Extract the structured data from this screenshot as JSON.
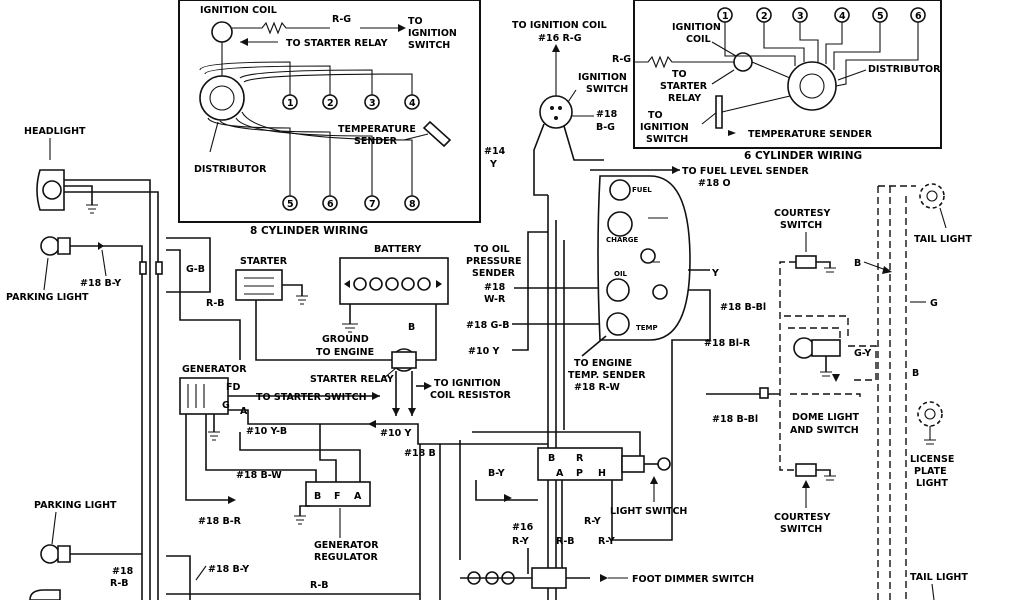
{
  "insets": {
    "eight": {
      "title": "8 CYLINDER WIRING",
      "ignition_coil": "IGNITION COIL",
      "rg": "R-G",
      "to_starter_relay": "TO STARTER RELAY",
      "to_ignition_switch_1": "TO",
      "to_ignition_switch_2": "IGNITION",
      "to_ignition_switch_3": "SWITCH",
      "temp_sender_1": "TEMPERATURE",
      "temp_sender_2": "SENDER",
      "distributor": "DISTRIBUTOR",
      "plugs_top": [
        "1",
        "2",
        "3",
        "4"
      ],
      "plugs_bottom": [
        "5",
        "6",
        "7",
        "8"
      ]
    },
    "six": {
      "title": "6 CYLINDER WIRING",
      "ignition": "IGNITION",
      "coil": "COIL",
      "rg": "R-G",
      "to_starter_relay_1": "TO",
      "to_starter_relay_2": "STARTER",
      "to_starter_relay_3": "RELAY",
      "to_ign_switch_1": "TO",
      "to_ign_switch_2": "IGNITION",
      "to_ign_switch_3": "SWITCH",
      "distributor": "DISTRIBUTOR",
      "temp_sender": "TEMPERATURE SENDER",
      "plugs": [
        "1",
        "2",
        "3",
        "4",
        "5",
        "6"
      ]
    }
  },
  "labels": {
    "to_ignition_coil": "TO IGNITION COIL",
    "w16_rg": "#16  R-G",
    "ignition_switch_1": "IGNITION",
    "ignition_switch_2": "SWITCH",
    "w18_bg_1": "#18",
    "w18_bg_2": "B-G",
    "w14": "#14",
    "y_main": "Y",
    "headlight": "HEADLIGHT",
    "parking_light_top": "PARKING LIGHT",
    "w18_by_top": "#18  B-Y",
    "gb": "G-B",
    "rb": "R-B",
    "starter": "STARTER",
    "battery": "BATTERY",
    "ground_engine_1": "GROUND",
    "ground_engine_2": "TO ENGINE",
    "b_batt": "B",
    "to_oil_1": "TO OIL",
    "to_oil_2": "PRESSURE",
    "to_oil_3": "SENDER",
    "to_oil_4": "#18",
    "to_oil_5": "W-R",
    "w18_gb": "#18  G-B",
    "w10_y": "#10  Y",
    "to_fuel_sender": "TO FUEL LEVEL SENDER",
    "w18_o": "#18  O",
    "gauge_fuel": "FUEL",
    "gauge_charge": "CHARGE",
    "gauge_oil": "OIL",
    "gauge_temp": "TEMP",
    "y_right": "Y",
    "to_engine_temp_1": "TO ENGINE",
    "to_engine_temp_2": "TEMP. SENDER",
    "to_engine_temp_3": "#18  R-W",
    "generator": "GENERATOR",
    "gen_fd": "FD",
    "gen_g": "G",
    "gen_a": "A",
    "starter_relay": "STARTER RELAY",
    "to_starter_switch": "TO STARTER SWITCH",
    "to_ign_coil_res_1": "TO IGNITION",
    "to_ign_coil_res_2": "COIL RESISTOR",
    "w10_yb": "#10  Y-B",
    "w10_y2": "#10  Y",
    "w18_bw": "#18  B-W",
    "w18_b": "#18  B",
    "w18_br": "#18  B-R",
    "reg_b": "B",
    "reg_f": "F",
    "reg_a": "A",
    "gen_reg_1": "GENERATOR",
    "gen_reg_2": "REGULATOR",
    "parking_light_bottom": "PARKING LIGHT",
    "w18_rb": "#18",
    "rb2": "R-B",
    "w18_by_bottom": "#18  B-Y",
    "rb3": "R-B",
    "by_ls": "B-Y",
    "ry_ls": "R-Y",
    "w16": "#16",
    "ry2": "R-Y",
    "rb4": "R-B",
    "ls_b": "B",
    "ls_r": "R",
    "ls_a": "A",
    "ls_p": "P",
    "ls_h": "H",
    "light_switch": "LIGHT SWITCH",
    "foot_dimmer": "FOOT DIMMER SWITCH",
    "courtesy_switch_top_1": "COURTESY",
    "courtesy_switch_top_2": "SWITCH",
    "w18_bbl": "#18  B-Bl",
    "w18_blr": "#18  Bl-R",
    "w18_bbl2": "#18  B-Bl",
    "gy": "G-Y",
    "dome_1": "DOME LIGHT",
    "dome_2": "AND SWITCH",
    "courtesy_switch_bottom_1": "COURTESY",
    "courtesy_switch_bottom_2": "SWITCH",
    "b_right": "B",
    "g_right": "G",
    "b_right2": "B",
    "tail_light_top": "TAIL LIGHT",
    "license_1": "LICENSE",
    "license_2": "PLATE",
    "license_3": "LIGHT",
    "tail_light_bottom": "TAIL LIGHT"
  }
}
